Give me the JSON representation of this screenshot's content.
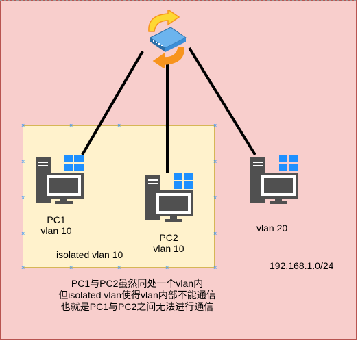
{
  "nodes": {
    "pc1": {
      "name": "PC1",
      "vlan": "vlan 10"
    },
    "pc2": {
      "name": "PC2",
      "vlan": "vlan 10"
    },
    "pc3": {
      "vlan": "vlan 20"
    }
  },
  "isolated_box": {
    "label": "isolated vlan 10"
  },
  "subnet": "192.168.1.0/24",
  "note": {
    "line1": "PC1与PC2虽然同处一个vlan内",
    "line2": "但isolated vlan使得vlan内部不能通信",
    "line3": "也就是PC1与PC2之间无法进行通信"
  },
  "colors": {
    "background": "#f8cecc",
    "isolated_fill": "#fff2cc",
    "link": "#000000",
    "pc_body": "#505050",
    "windows_logo": "#1e90ff",
    "switch_arrow_orange": "#f7941d",
    "switch_arrow_yellow": "#fdd835",
    "switch_body": "#3b8fd8"
  },
  "icons": [
    "switch-icon",
    "pc-icon",
    "windows-logo-icon"
  ]
}
